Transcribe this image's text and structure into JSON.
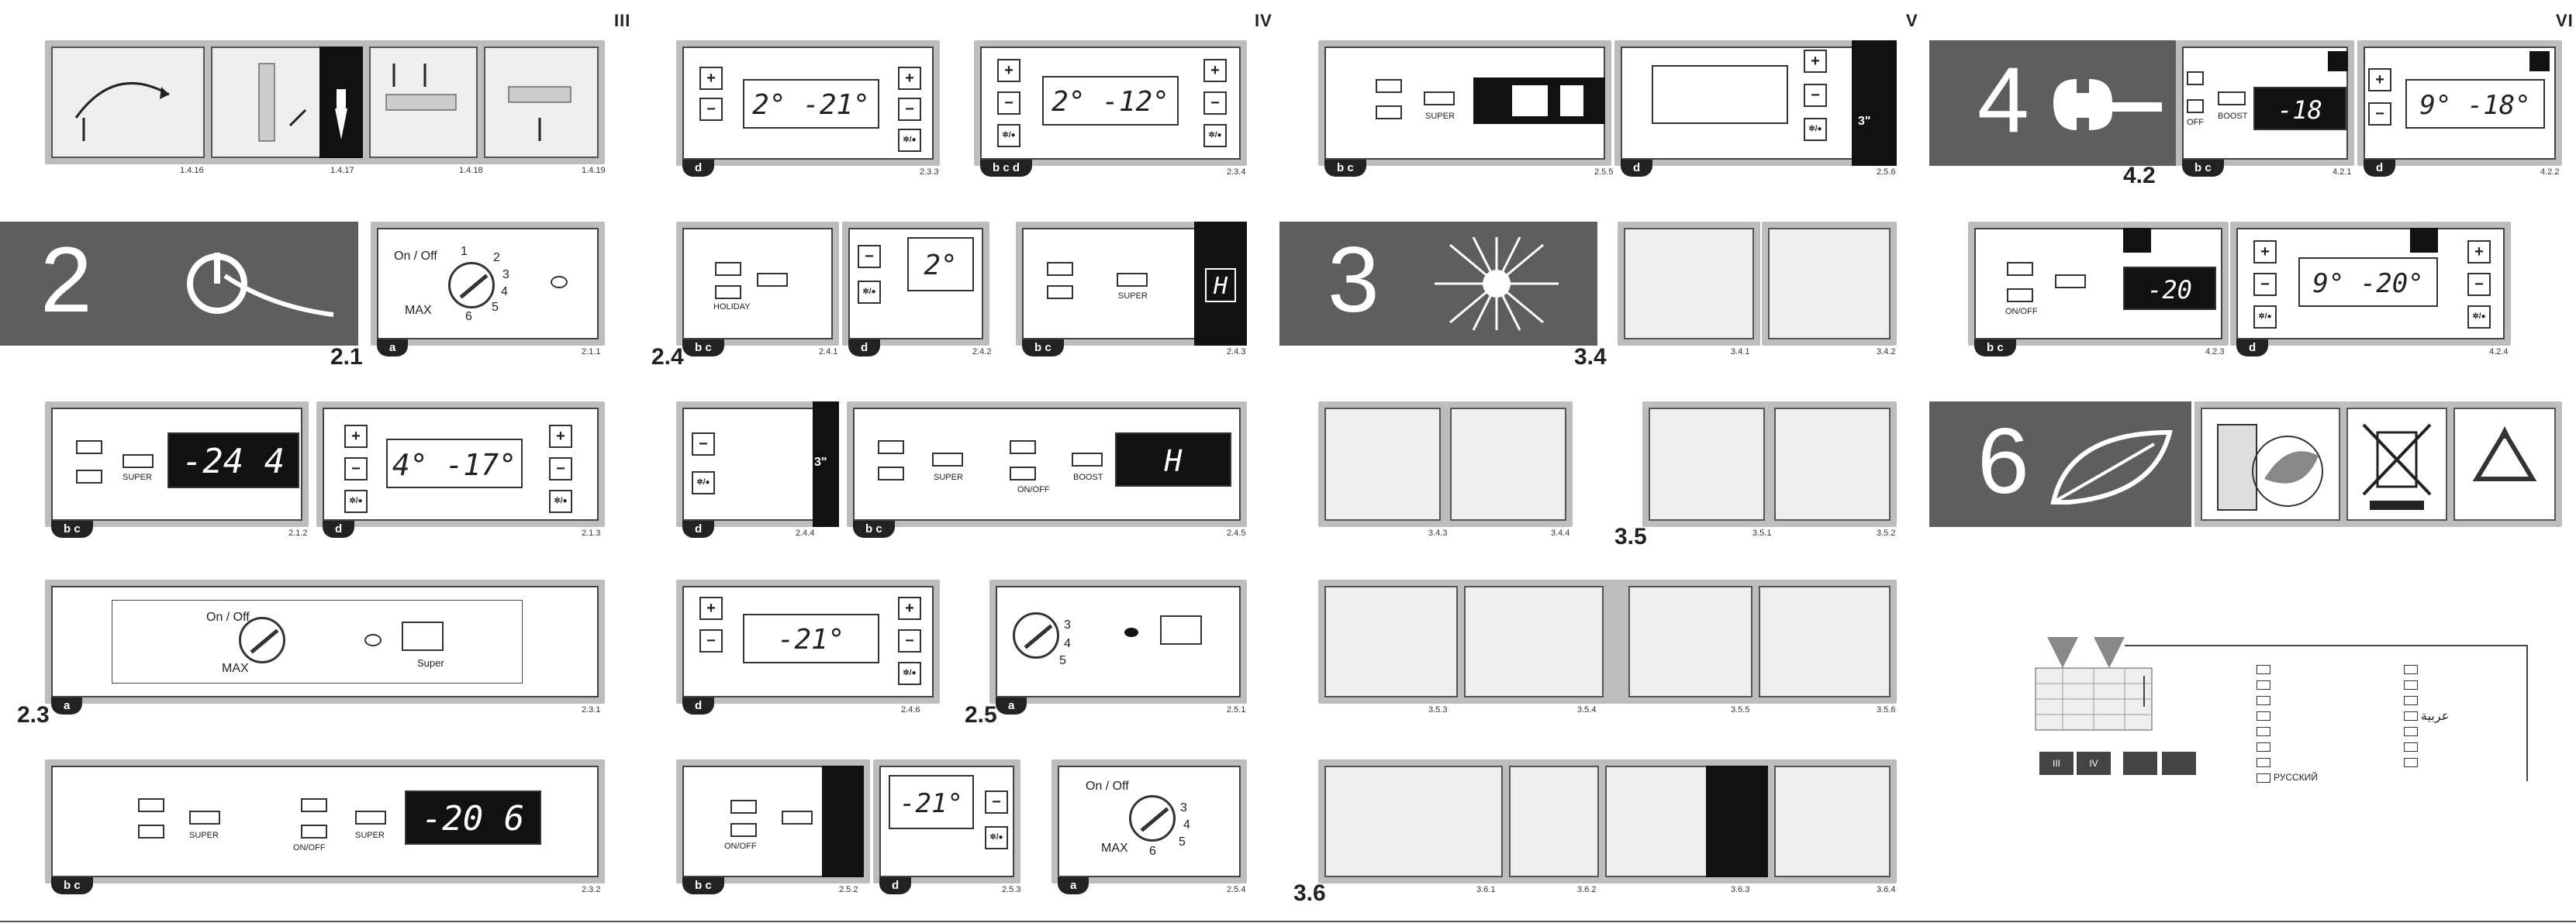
{
  "page_markers": {
    "p3": "III",
    "p4": "IV",
    "p5": "V",
    "p6": "VI"
  },
  "banners": {
    "b2": "2",
    "b3": "3",
    "b4": "4",
    "b6": "6"
  },
  "sections": {
    "s21": "2.1",
    "s23": "2.3",
    "s24": "2.4",
    "s25": "2.5",
    "s34": "3.4",
    "s35": "3.5",
    "s36": "3.6",
    "s42": "4.2"
  },
  "badges": {
    "bc": "b c",
    "a": "a",
    "d": "d",
    "bcd": "b c d"
  },
  "figures": {
    "f1416": "1.4.16",
    "f1417": "1.4.17",
    "f1418": "1.4.18",
    "f1419": "1.4.19",
    "f211": "2.1.1",
    "f212": "2.1.2",
    "f213": "2.1.3",
    "f231": "2.3.1",
    "f232": "2.3.2",
    "f233": "2.3.3",
    "f234": "2.3.4",
    "f241": "2.4.1",
    "f242": "2.4.2",
    "f243": "2.4.3",
    "f244": "2.4.4",
    "f245": "2.4.5",
    "f246": "2.4.6",
    "f251": "2.5.1",
    "f252": "2.5.2",
    "f253": "2.5.3",
    "f254": "2.5.4",
    "f255": "2.5.5",
    "f256": "2.5.6",
    "f341": "3.4.1",
    "f342": "3.4.2",
    "f343": "3.4.3",
    "f344": "3.4.4",
    "f351": "3.5.1",
    "f352": "3.5.2",
    "f353": "3.5.3",
    "f354": "3.5.4",
    "f355": "3.5.5",
    "f356": "3.5.6",
    "f361": "3.6.1",
    "f362": "3.6.2",
    "f363": "3.6.3",
    "f364": "3.6.4",
    "f421": "4.2.1",
    "f422": "4.2.2",
    "f423": "4.2.3",
    "f424": "4.2.4"
  },
  "dial": {
    "onoff": "On / Off",
    "max": "MAX",
    "n1": "1",
    "n2": "2",
    "n3": "3",
    "n4": "4",
    "n5": "5",
    "n6": "6"
  },
  "labels": {
    "super": "SUPER",
    "super2": "Super",
    "onoff": "ON/OFF",
    "boost": "BOOST",
    "holiday": "HOLIDAY",
    "off": "OFF",
    "h": "H",
    "three": "3\""
  },
  "displays": {
    "d1": "2° -21°",
    "d2": "2° -12°",
    "d3": "-20 6",
    "d4": "-24 4",
    "d5": "4° -17°",
    "d6": "2°",
    "d7": "-21°",
    "d8": "-21°",
    "d9": "-18",
    "d10": "9° -18°",
    "d11": "-20",
    "d12": "9° -20°",
    "d13": "H"
  },
  "buttons": {
    "plus": "+",
    "minus": "−",
    "fanlight": "✲/●"
  },
  "languages": {
    "arabic": "عربية",
    "russian": "РУССКИЙ"
  },
  "lang_tabs": {
    "t3": "III",
    "t4": "IV"
  }
}
